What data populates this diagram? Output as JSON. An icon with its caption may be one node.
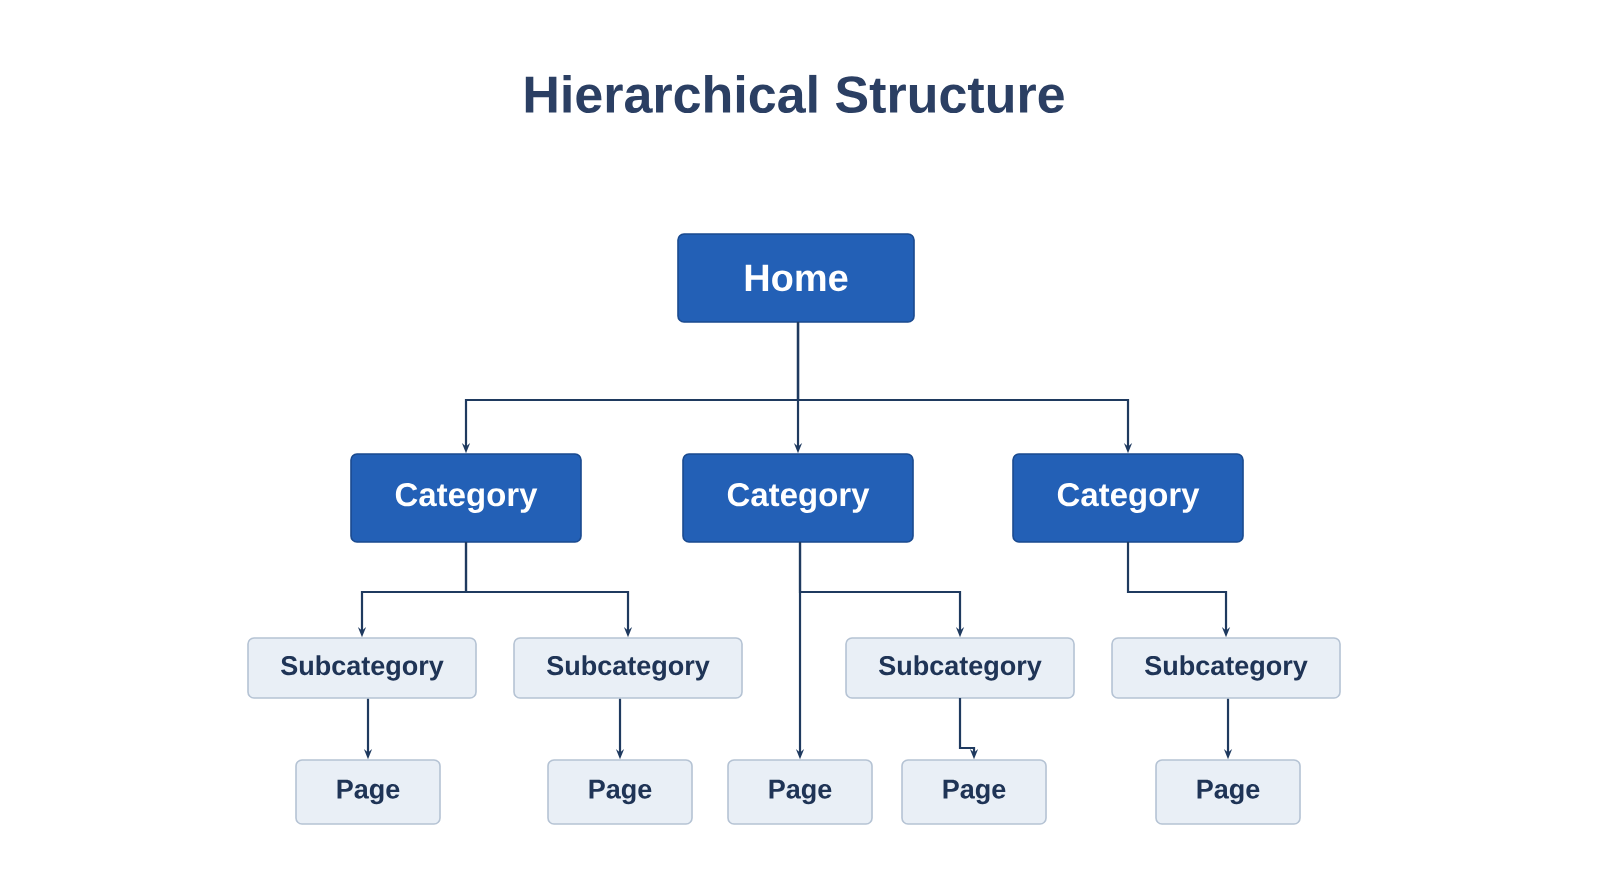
{
  "diagram": {
    "title": "Hierarchical Structure",
    "nodes": [
      {
        "text": [
          "Home"
        ]
      },
      {
        "text": [
          "Category"
        ]
      },
      {
        "text": [
          "Category"
        ]
      },
      {
        "text": [
          "Category"
        ]
      },
      {
        "text": [
          "Subcategory"
        ]
      },
      {
        "text": [
          "Subcategory"
        ]
      },
      {
        "text": [
          "Subcategory"
        ]
      },
      {
        "text": [
          "Subcategory"
        ]
      },
      {
        "text": [
          "Page"
        ]
      },
      {
        "text": [
          "Page"
        ]
      },
      {
        "text": [
          "Page"
        ]
      },
      {
        "text": [
          "Page"
        ]
      },
      {
        "text": [
          "Page"
        ]
      }
    ],
    "edges": [
      {
        "from": 0,
        "to": 1,
        "arrow": "to"
      },
      {
        "from": 0,
        "to": 2,
        "arrow": "to"
      },
      {
        "from": 0,
        "to": 3,
        "arrow": "to"
      },
      {
        "from": 1,
        "to": 4,
        "arrow": "to"
      },
      {
        "from": 1,
        "to": 5,
        "arrow": "to"
      },
      {
        "from": 2,
        "to": 10,
        "arrow": "to"
      },
      {
        "from": 2,
        "to": 6,
        "arrow": "to"
      },
      {
        "from": 3,
        "to": 7,
        "arrow": "to"
      },
      {
        "from": 4,
        "to": 8,
        "arrow": "to"
      },
      {
        "from": 5,
        "to": 9,
        "arrow": "to"
      },
      {
        "from": 6,
        "to": 11,
        "arrow": "to"
      },
      {
        "from": 7,
        "to": 12,
        "arrow": "to"
      }
    ]
  }
}
